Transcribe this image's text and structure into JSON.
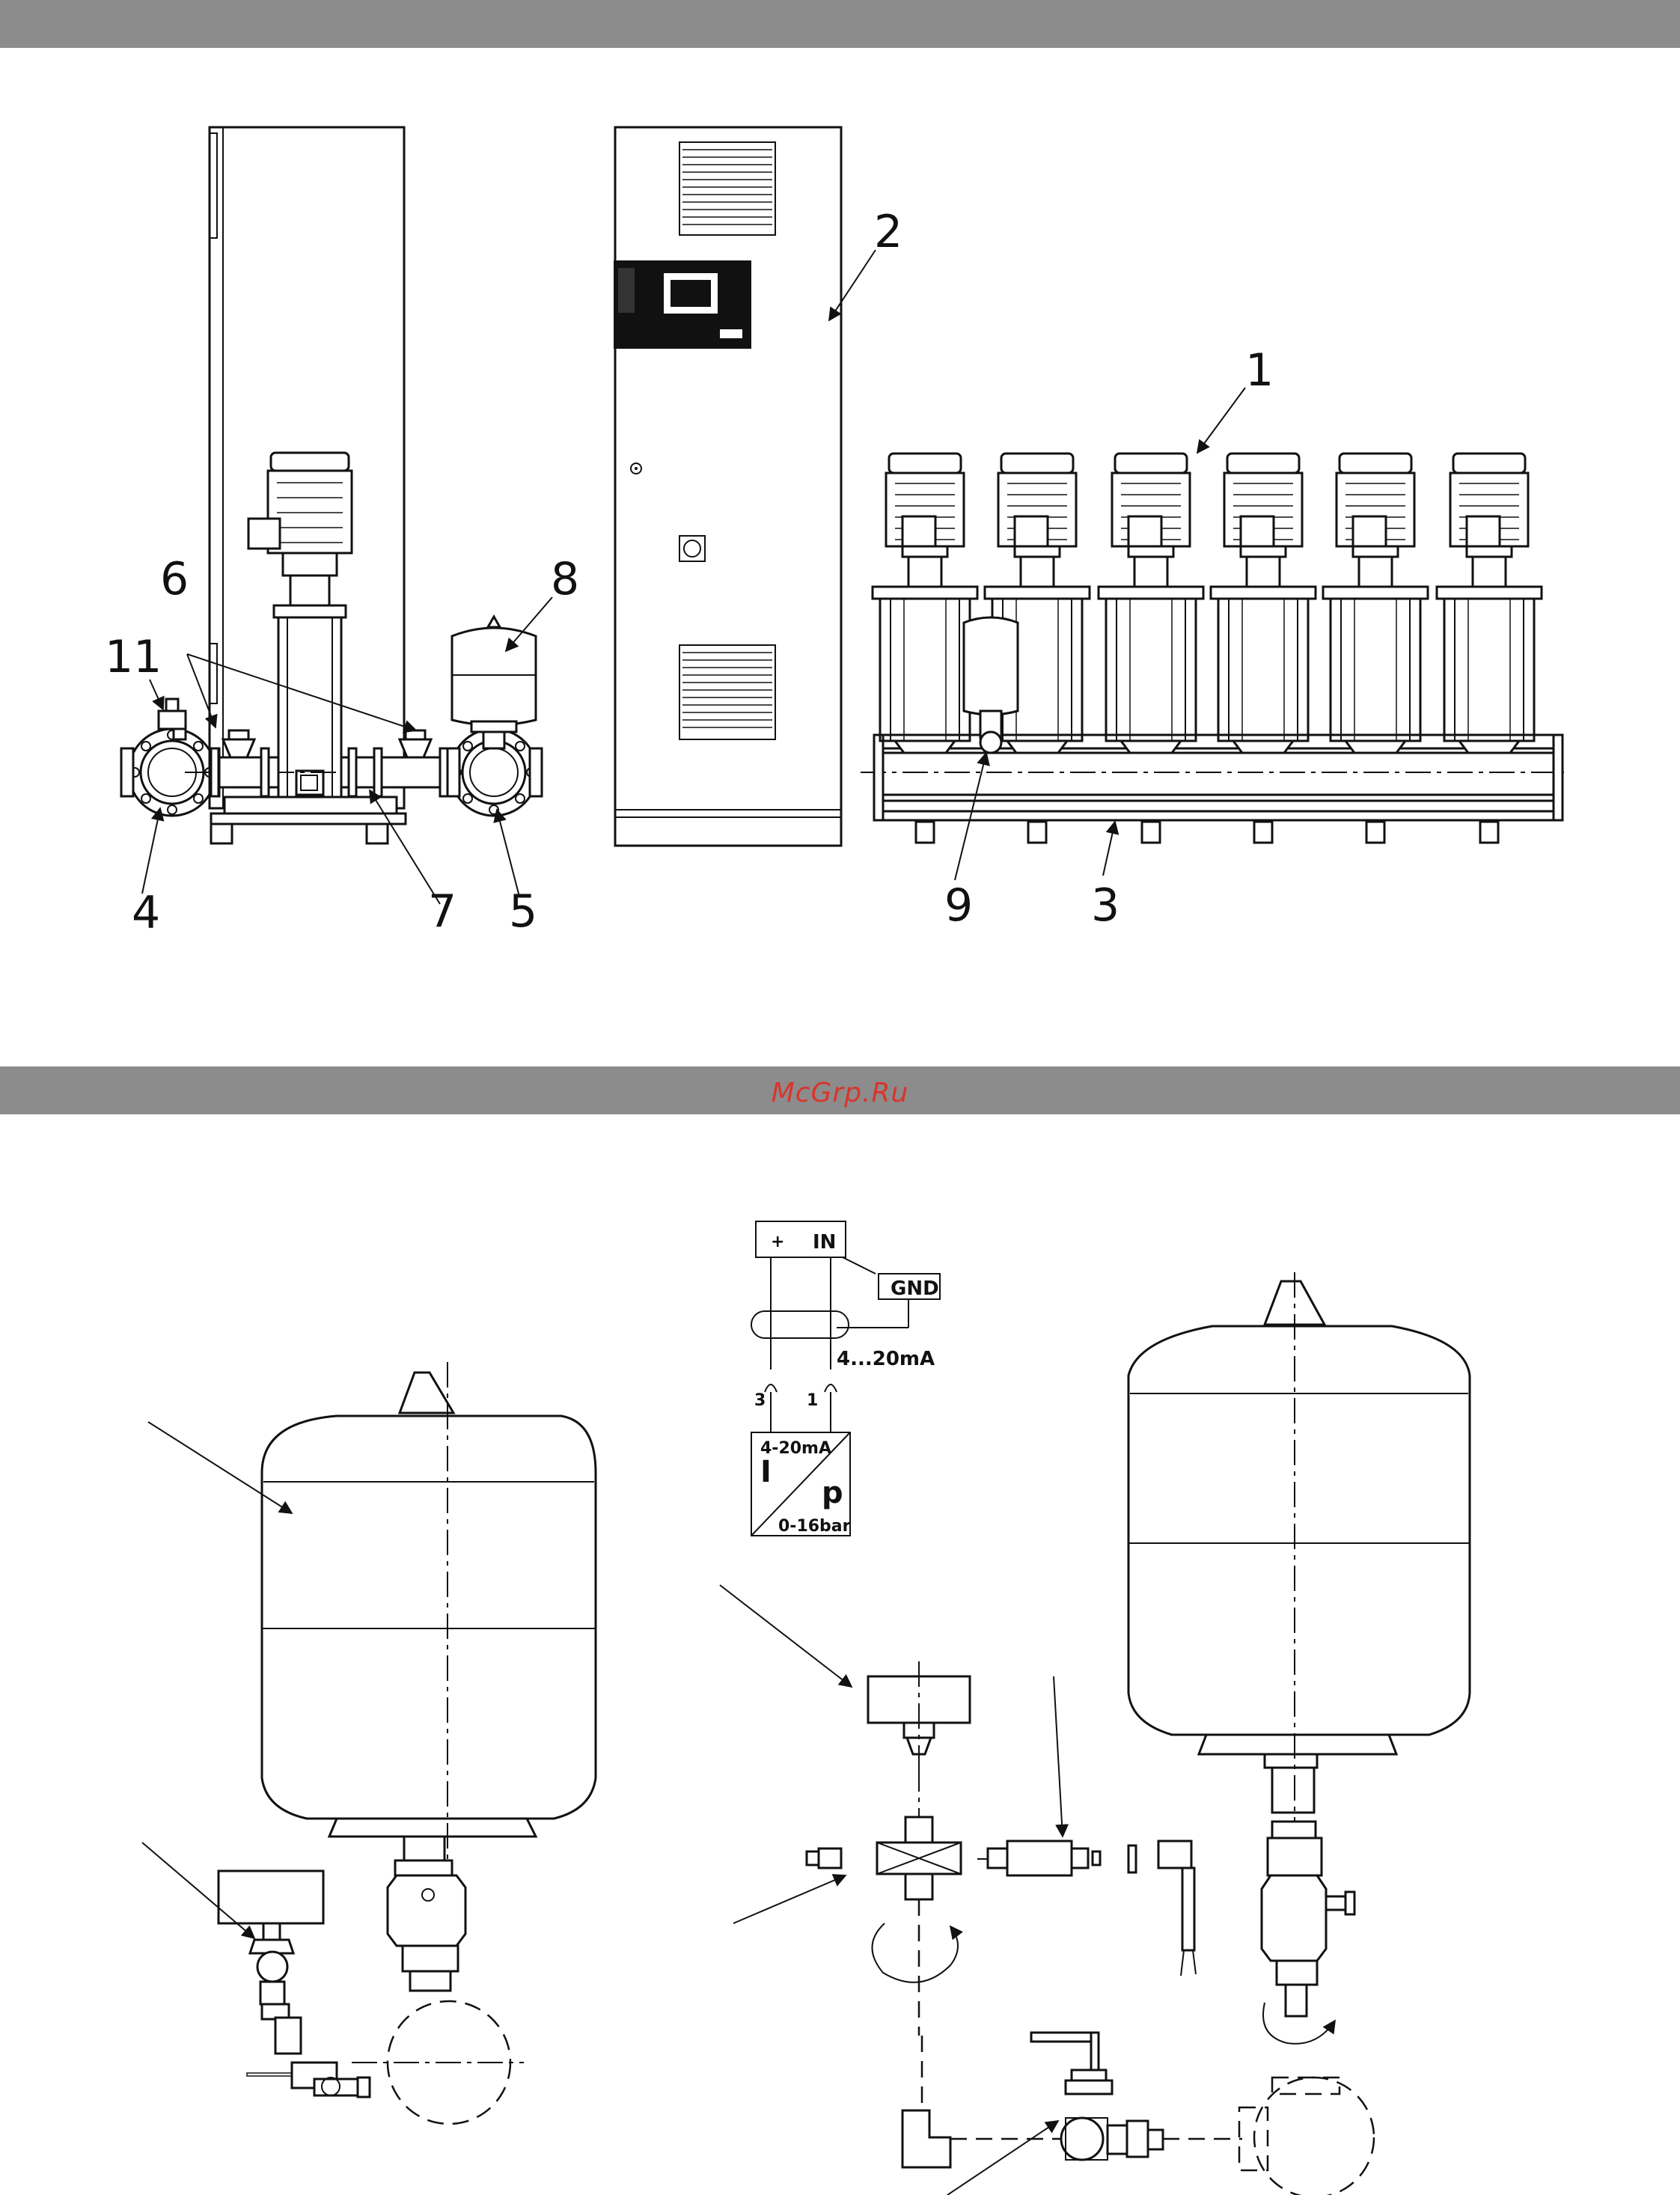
{
  "watermark": "McGrp.Ru",
  "callouts_top": [
    "1",
    "2",
    "3",
    "4",
    "5",
    "6",
    "7",
    "8",
    "9",
    "11"
  ],
  "sensor": {
    "plus": "+",
    "in": "IN",
    "gnd": "GND",
    "current": "4...20mA",
    "wire_a": "3",
    "wire_b": "1",
    "range_current": "4-20mA",
    "letter_i": "I",
    "letter_p": "p",
    "range_pressure": "0-16bar"
  }
}
